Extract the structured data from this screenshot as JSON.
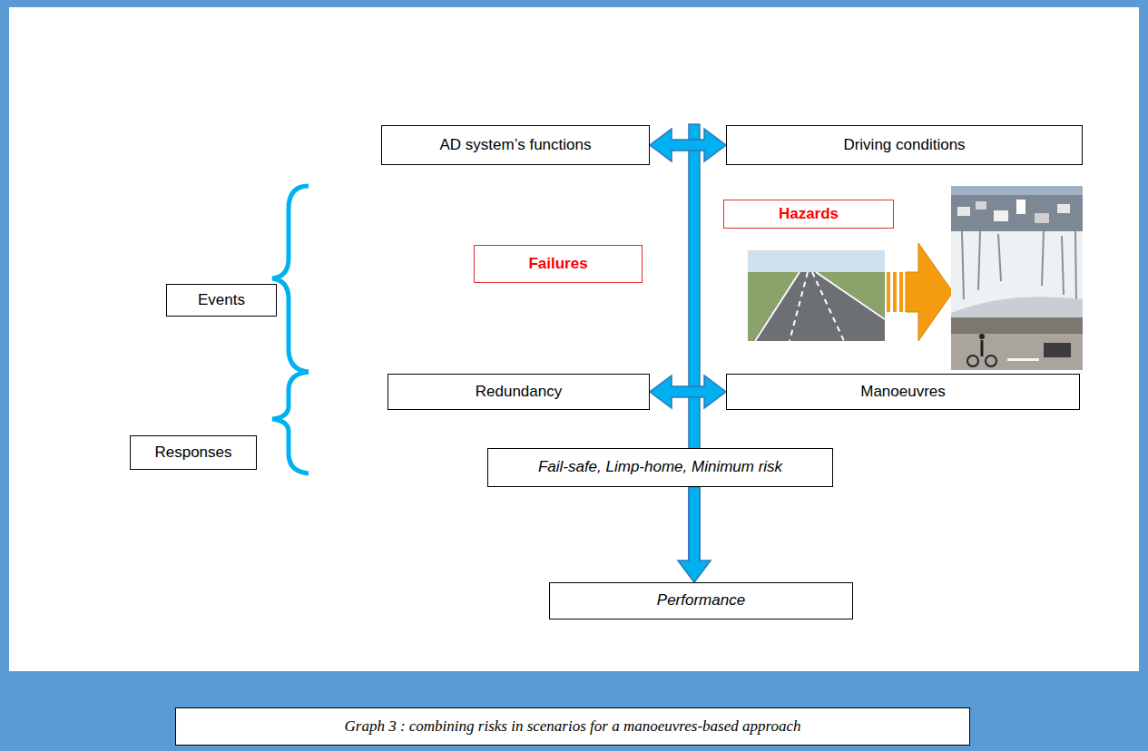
{
  "diagram": {
    "caption": "Graph 3 : combining risks in scenarios for a manoeuvres-based approach",
    "nodes": [
      {
        "text": [
          "AD system’s functions"
        ]
      },
      {
        "text": [
          "Driving conditions"
        ]
      },
      {
        "text": [
          "Hazards"
        ]
      },
      {
        "text": [
          "Failures"
        ]
      },
      {
        "text": [
          "Events"
        ]
      },
      {
        "text": [
          "Redundancy"
        ]
      },
      {
        "text": [
          "Manoeuvres"
        ]
      },
      {
        "text": [
          "Responses"
        ]
      },
      {
        "text": [
          "Fail-safe, Limp-home, Minimum risk"
        ]
      },
      {
        "text": [
          "Performance"
        ]
      }
    ],
    "edges": [
      {
        "from": 0,
        "to": 1,
        "arrow": "both"
      },
      {
        "from": 5,
        "to": 6,
        "arrow": "both"
      },
      {
        "from": 8,
        "to": 9,
        "arrow": "to"
      }
    ]
  }
}
